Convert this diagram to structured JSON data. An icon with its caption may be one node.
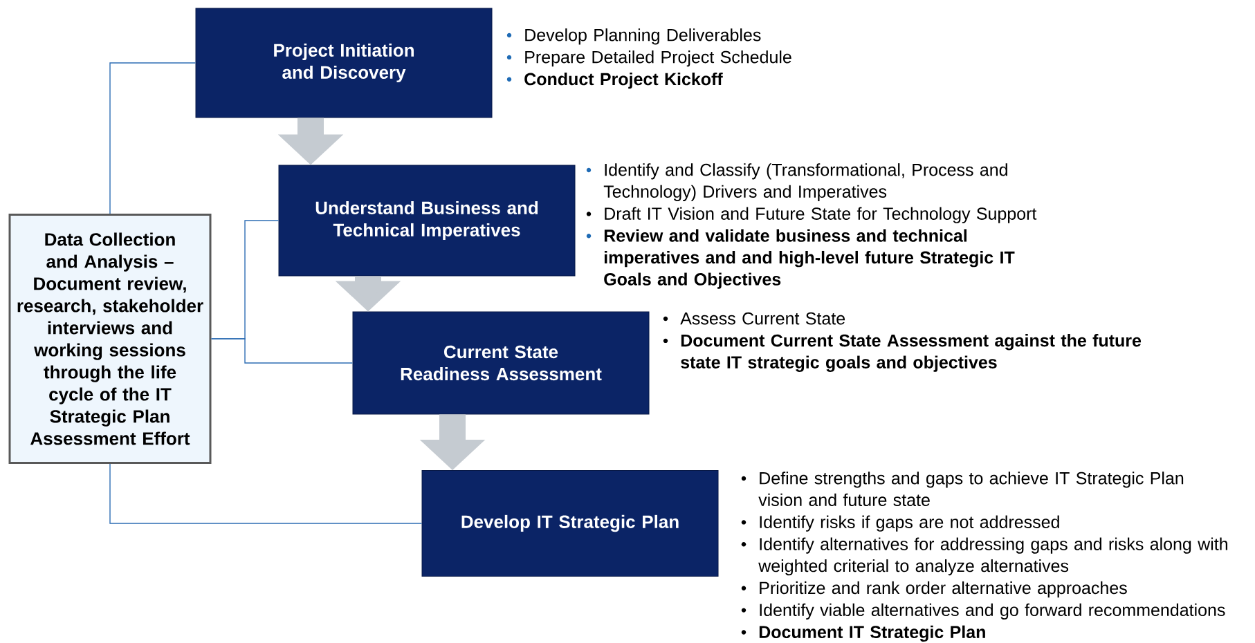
{
  "diagram": {
    "nodes": [
      {
        "text": [
          "Project Initiation and Discovery"
        ],
        "beside": [
          "Develop Planning Deliverables",
          "Prepare Detailed Project Schedule",
          "Conduct Project Kickoff"
        ]
      },
      {
        "text": [
          "Understand Business and Technical Imperatives"
        ],
        "beside": [
          "Identify and Classify (Transformational, Process and Technology) Drivers and Imperatives",
          "Draft IT Vision and Future State for Technology Support",
          "Review and validate business and technical imperatives and and high-level future Strategic IT Goals and Objectives"
        ]
      },
      {
        "text": [
          "Current State Readiness Assessment"
        ],
        "beside": [
          "Assess Current State",
          "Document Current State Assessment against the future state IT strategic goals and objectives"
        ]
      },
      {
        "text": [
          "Develop IT Strategic Plan"
        ],
        "beside": [
          "Define strengths and gaps to achieve IT Strategic Plan vision and future state",
          "Identify risks if gaps are not addressed",
          "Identify alternatives for addressing gaps and risks along with weighted criterial to analyze alternatives",
          "Prioritize and rank order alternative approaches",
          "Identify viable alternatives and go forward recommendations",
          "Document IT Strategic Plan"
        ]
      },
      {
        "text": [
          "Data Collection and Analysis – Document review, research, stakeholder interviews and working sessions through the life cycle of the IT Strategic Plan Assessment Effort"
        ]
      }
    ],
    "edges": [
      {
        "from": 0,
        "to": 1,
        "arrow": "to",
        "style": "thick",
        "color": "#c5cbd1"
      },
      {
        "from": 1,
        "to": 2,
        "arrow": "to",
        "style": "thick",
        "color": "#c5cbd1"
      },
      {
        "from": 2,
        "to": 3,
        "arrow": "to",
        "style": "thick",
        "color": "#c5cbd1"
      },
      {
        "from": 4,
        "to": 0,
        "arrow": "none"
      },
      {
        "from": 4,
        "to": 1,
        "arrow": "none"
      },
      {
        "from": 4,
        "to": 2,
        "arrow": "none"
      },
      {
        "from": 4,
        "to": 3,
        "arrow": "none"
      }
    ]
  }
}
